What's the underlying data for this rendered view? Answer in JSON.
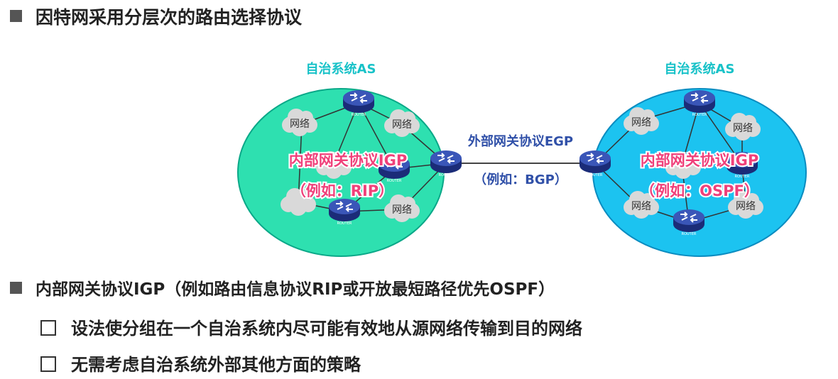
{
  "title": "因特网采用分层次的路由选择协议",
  "diagram": {
    "as_label_left": "自治系统AS",
    "as_label_right": "自治系统AS",
    "igp_left": "内部网关协议IGP",
    "igp_left_example": "（例如：RIP）",
    "igp_right": "内部网关协议IGP",
    "igp_right_example": "（例如：OSPF）",
    "egp_label": "外部网关协议EGP",
    "egp_example": "（例如：BGP）",
    "network_label": "网络",
    "router_label": "ROUTER"
  },
  "bullets": {
    "main": "内部网关协议IGP（例如路由信息协议RIP或开放最短路径优先OSPF）",
    "sub1": "设法使分组在一个自治系统内尽可能有效地从源网络传输到目的网络",
    "sub2": "无需考虑自治系统外部其他方面的策略"
  },
  "colors": {
    "left_as": "#2ee0b0",
    "right_as": "#1cc3f0",
    "as_label": "#18c2c8",
    "igp_text": "#f0407a",
    "egp_text": "#3050a8",
    "router": "#2a3f9a"
  }
}
